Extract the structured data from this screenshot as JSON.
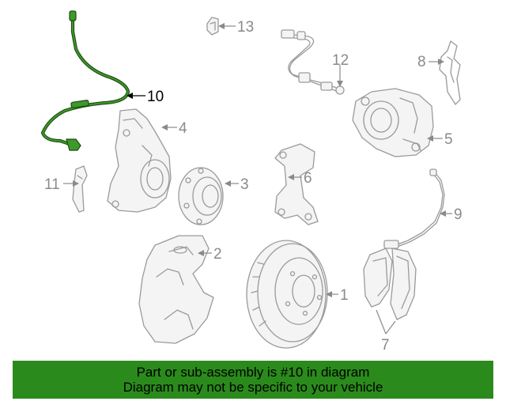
{
  "diagram": {
    "highlight_color": "#2d7a1e",
    "parts": [
      {
        "label": "1",
        "role": "brake-rotor"
      },
      {
        "label": "2",
        "role": "dust-shield"
      },
      {
        "label": "3",
        "role": "hub-bearing"
      },
      {
        "label": "4",
        "role": "steering-knuckle"
      },
      {
        "label": "5",
        "role": "caliper"
      },
      {
        "label": "6",
        "role": "caliper-bracket"
      },
      {
        "label": "7",
        "role": "brake-pads"
      },
      {
        "label": "8",
        "role": "caliper-clip"
      },
      {
        "label": "9",
        "role": "pad-wear-sensor"
      },
      {
        "label": "10",
        "role": "abs-sensor-cable",
        "highlighted": true
      },
      {
        "label": "11",
        "role": "bracket"
      },
      {
        "label": "12",
        "role": "brake-hose"
      },
      {
        "label": "13",
        "role": "clip"
      }
    ]
  },
  "banner": {
    "line1": "Part or sub-assembly is #10 in diagram",
    "line2": "Diagram may not be specific to your vehicle",
    "color": "#2b8a1c"
  }
}
